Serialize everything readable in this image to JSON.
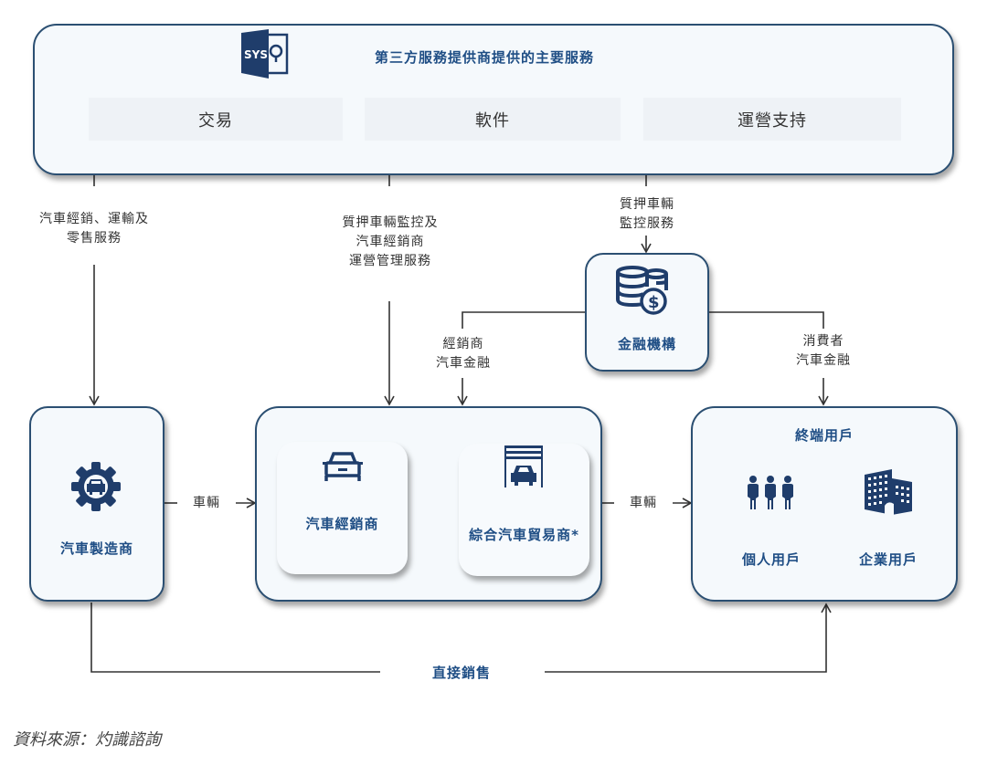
{
  "providers": {
    "title": "第三方服務提供商提供的主要服務",
    "logo_text": "SYS",
    "logo_icon": "sys-logo-icon",
    "services": [
      "交易",
      "軟件",
      "運營支持"
    ]
  },
  "flows": {
    "to_manufacturer": "汽車經銷、運輸及\n零售服務",
    "to_dealer_group": "質押車輛監控及\n汽車經銷商\n運營管理服務",
    "to_finance": "質押車輛\n監控服務",
    "dealer_finance": "經銷商\n汽車金融",
    "consumer_finance": "消費者\n汽車金融",
    "vehicles_1": "車輛",
    "vehicles_2": "車輛",
    "direct_sales": "直接銷售"
  },
  "nodes": {
    "finance": {
      "label": "金融機構",
      "icon": "coins-dollar-icon"
    },
    "manufacturer": {
      "label": "汽車製造商",
      "icon": "gear-car-icon"
    },
    "dealer": {
      "label": "汽車經銷商",
      "icon": "car-icon"
    },
    "trader": {
      "label": "綜合汽車貿易商*",
      "icon": "garage-car-icon"
    },
    "end_users": {
      "title": "終端用戶",
      "individual": {
        "label": "個人用戶",
        "icon": "people-icon"
      },
      "enterprise": {
        "label": "企業用戶",
        "icon": "building-icon"
      }
    }
  },
  "source": "資料來源：灼識諮詢",
  "colors": {
    "primary": "#1f4e85",
    "border": "#2b4f72",
    "box_bg": "#f5f9fc",
    "chip_bg": "#eef2f6"
  }
}
